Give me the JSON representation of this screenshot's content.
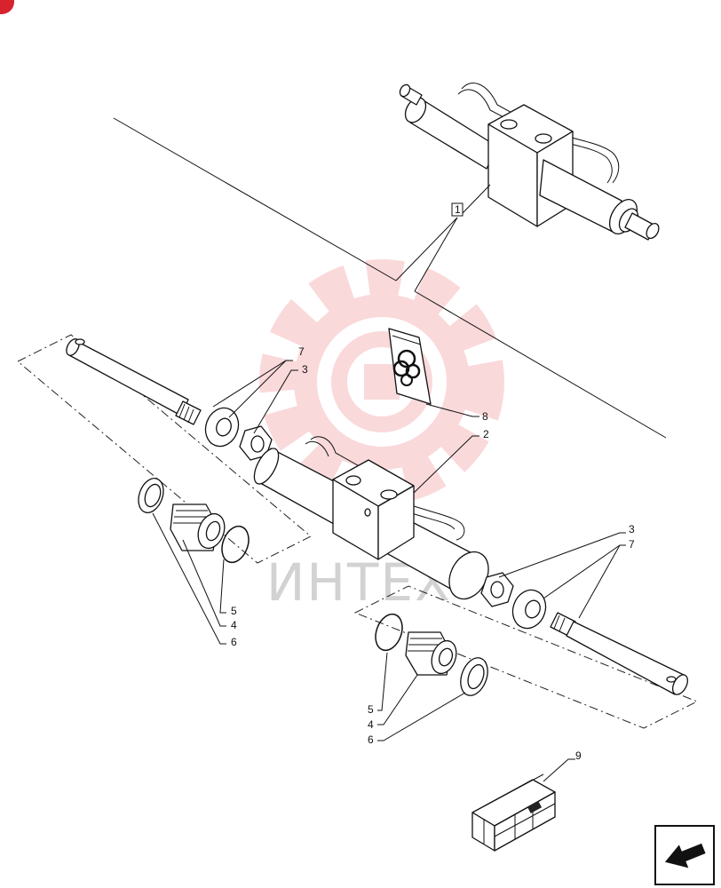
{
  "watermark": {
    "text": "ИНТЕХ",
    "color": "#e8323c"
  },
  "callouts": {
    "c1": "1",
    "c2": "2",
    "c3a": "3",
    "c3b": "3",
    "c4a": "4",
    "c4b": "4",
    "c5a": "5",
    "c5b": "5",
    "c6a": "6",
    "c6b": "6",
    "c7a": "7",
    "c7b": "7",
    "c8": "8",
    "c9": "9"
  },
  "icons": {
    "nav": "next-page-arrow-icon",
    "corner": "brand-corner-icon"
  }
}
